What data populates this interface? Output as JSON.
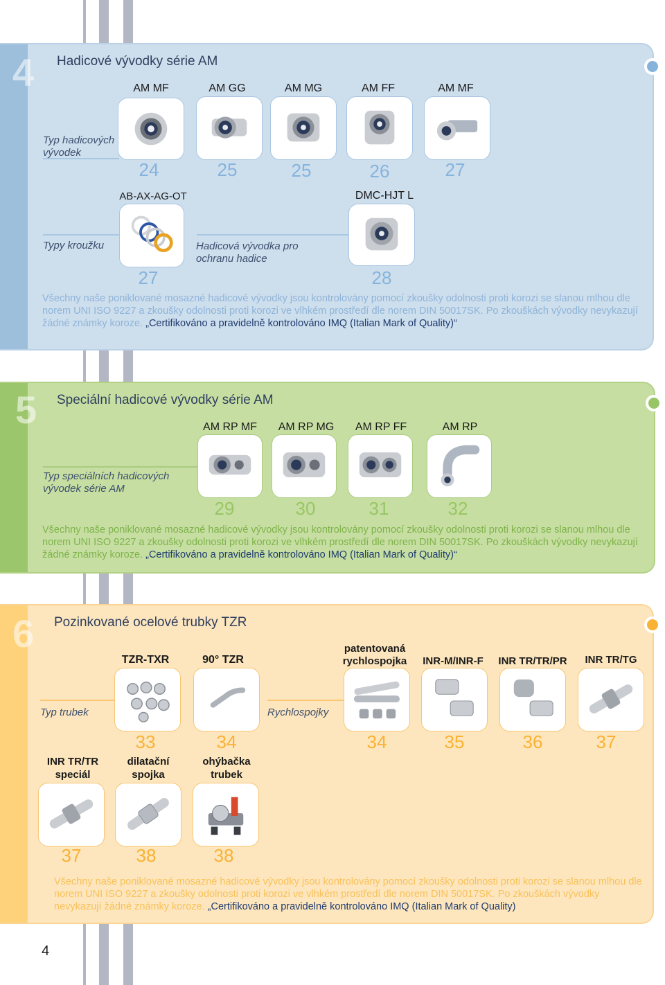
{
  "colors": {
    "blue": "#cddeed",
    "blue_dark": "#9dbfdc",
    "green": "#c6dea2",
    "green_dark": "#9cc66b",
    "orange": "#fde6bd",
    "orange_dark": "#fdd27a",
    "num_blue": "#86b3dc",
    "num_green": "#98c665",
    "num_orange": "#f9b233"
  },
  "section4": {
    "number": "4",
    "title": "Hadicové vývodky série AM",
    "row1_label": "Typ hadicových vývodek",
    "products": [
      {
        "name": "AM MF",
        "page": "24",
        "icon": "straight-fitting-icon"
      },
      {
        "name": "AM GG",
        "page": "25",
        "icon": "fitting-icon"
      },
      {
        "name": "AM MG",
        "page": "25",
        "icon": "fitting-icon"
      },
      {
        "name": "AM FF",
        "page": "26",
        "icon": "fitting-icon"
      },
      {
        "name": "AM MF",
        "page": "27",
        "icon": "hose-fitting-icon"
      }
    ],
    "row2_label": "Typy kroužku",
    "rings": {
      "name": "AB-AX-AG-OT",
      "page": "27",
      "icon": "rings-icon"
    },
    "hose_protect": "Hadicová vývodka pro ochranu hadice",
    "dmc": {
      "name": "DMC-HJT L",
      "page": "28",
      "icon": "fitting-icon"
    },
    "note": "Všechny naše poniklované mosazné hadicové vývodky jsou kontrolovány pomocí zkoušky odolnosti proti korozi se slanou mlhou dle norem UNI ISO 9227 a zkoušky odolnosti proti korozi ve vlhkém prostředí dle norem DIN 50017SK. Po zkouškách vývodky nevykazují žádné známky koroze.",
    "note_quote": "„Certifikováno a pravidelně kontrolováno IMQ (Italian Mark of Quality)“"
  },
  "section5": {
    "number": "5",
    "title": "Speciální hadicové vývodky série AM",
    "row_label": "Typ speciálních hadicových vývodek série AM",
    "products": [
      {
        "name": "AM RP MF",
        "page": "29",
        "icon": "fitting-icon"
      },
      {
        "name": "AM RP MG",
        "page": "30",
        "icon": "fitting-icon"
      },
      {
        "name": "AM RP FF",
        "page": "31",
        "icon": "fitting-icon"
      },
      {
        "name": "AM RP",
        "page": "32",
        "icon": "elbow-fitting-icon"
      }
    ],
    "note": "Všechny naše poniklované mosazné hadicové vývodky jsou kontrolovány pomocí zkoušky odolnosti proti korozi se slanou mlhou dle norem UNI ISO 9227 a zkoušky odolnosti proti korozi ve vlhkém prostředí dle norem DIN 50017SK. Po zkouškách vývodky nevykazují žádné známky koroze.",
    "note_quote": "„Certifikováno a pravidelně kontrolováno IMQ (Italian Mark of Quality)“"
  },
  "section6": {
    "number": "6",
    "title": "Pozinkované ocelové trubky TZR",
    "tube_label": "Typ trubek",
    "quick_label": "Rychlospojky",
    "tubes": [
      {
        "name": "TZR-TXR",
        "page": "33",
        "icon": "pipes-bundle-icon"
      },
      {
        "name": "90° TZR",
        "page": "34",
        "icon": "bent-pipe-icon"
      }
    ],
    "quick": [
      {
        "name": "patentovaná rychlospojka",
        "page": "34",
        "icon": "quick-coupling-icon"
      },
      {
        "name": "INR-M/INR-F",
        "page": "35",
        "icon": "coupling-icon"
      },
      {
        "name": "INR TR/TR/PR",
        "page": "36",
        "icon": "coupling-icon"
      },
      {
        "name": "INR TR/TG",
        "page": "37",
        "icon": "pipe-joint-icon"
      }
    ],
    "extras": [
      {
        "name": "INR TR/TR speciál",
        "page": "37",
        "icon": "pipe-joint-icon"
      },
      {
        "name": "dilatační spojka",
        "page": "38",
        "icon": "expansion-joint-icon"
      },
      {
        "name": "ohýbačka trubek",
        "page": "38",
        "icon": "pipe-bender-icon"
      }
    ],
    "note": "Všechny naše poniklované mosazné hadicové vývodky jsou kontrolovány pomocí zkoušky odolnosti proti korozi se slanou mlhou dle norem UNI ISO 9227 a zkoušky odolnosti proti korozi ve vlhkém prostředí dle norem DIN 50017SK. Po zkouškách vývodky nevykazují žádné známky koroze.",
    "note_quote": "„Certifikováno a pravidelně kontrolováno IMQ (Italian Mark of Quality)"
  },
  "page_number": "4"
}
